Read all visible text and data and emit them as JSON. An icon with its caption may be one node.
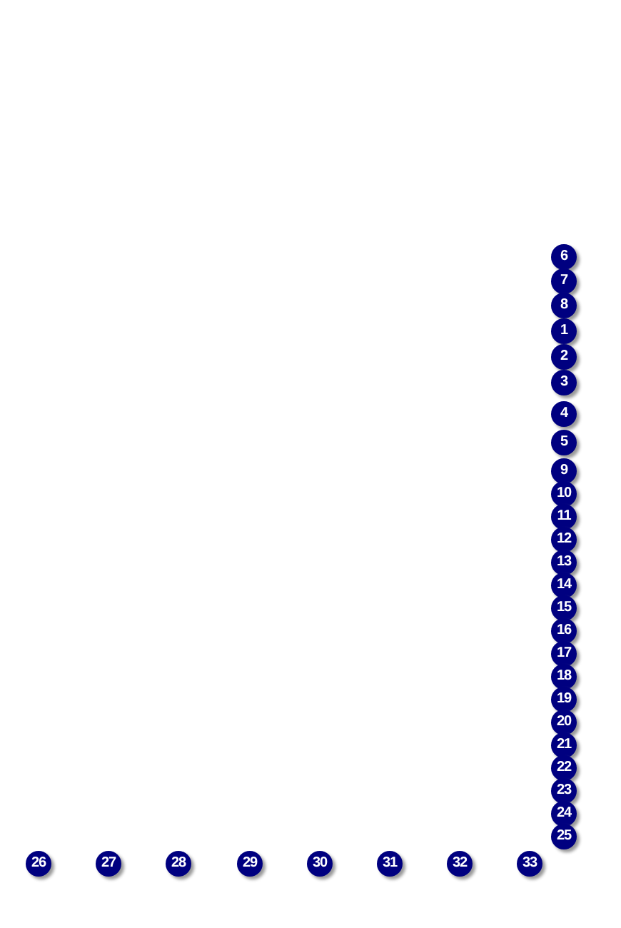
{
  "diagram": {
    "labels": [
      "6",
      "7",
      "8",
      "1",
      "2",
      "3",
      "4",
      "5",
      "9",
      "10",
      "11",
      "12",
      "13",
      "14",
      "15",
      "16",
      "17",
      "18",
      "19",
      "20",
      "21",
      "22",
      "23",
      "24",
      "25",
      "26",
      "27",
      "28",
      "29",
      "30",
      "31",
      "32",
      "33"
    ]
  }
}
